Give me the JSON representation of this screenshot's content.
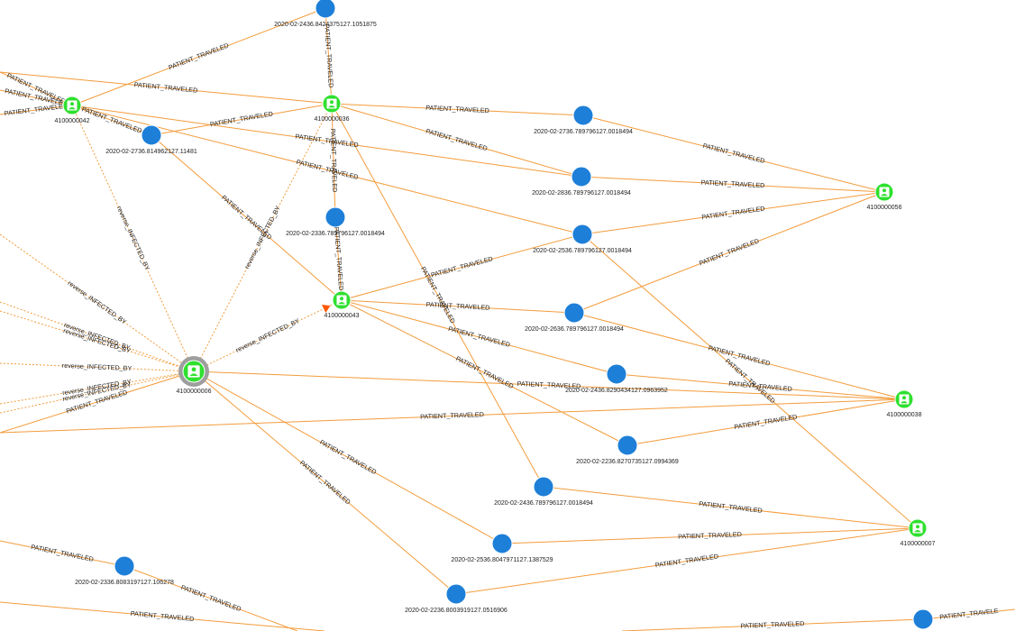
{
  "graph": {
    "colors": {
      "edge": "#f39c3c",
      "edge_label": "#222222",
      "location_node": "#1e7fd8",
      "patient_node": "#2ee02e",
      "selected_ring": "#9e9e9e",
      "arrow": "#ff5500"
    },
    "icons": {
      "patient": "person-icon"
    },
    "nodes": [
      {
        "id": "p0042",
        "kind": "patient",
        "label": "4100000042"
      },
      {
        "id": "p0036",
        "kind": "patient",
        "label": "4100000036"
      },
      {
        "id": "p0043",
        "kind": "patient",
        "label": "4100000043"
      },
      {
        "id": "p0006",
        "kind": "patient",
        "label": "4100000006",
        "selected": true
      },
      {
        "id": "p0056",
        "kind": "patient",
        "label": "4100000056"
      },
      {
        "id": "p0038",
        "kind": "patient",
        "label": "4100000038"
      },
      {
        "id": "p0007",
        "kind": "patient",
        "label": "4100000007"
      },
      {
        "id": "l_top",
        "kind": "location",
        "label": "2020-02-2436.8424375127.1051875"
      },
      {
        "id": "l_2736a",
        "kind": "location",
        "label": "2020-02-2736.814962127.11481"
      },
      {
        "id": "l_2336a",
        "kind": "location",
        "label": "2020-02-2336.789796127.0018494"
      },
      {
        "id": "l_2736b",
        "kind": "location",
        "label": "2020-02-2736.789796127.0018494"
      },
      {
        "id": "l_2836",
        "kind": "location",
        "label": "2020-02-2836.789796127.0018494"
      },
      {
        "id": "l_2536a",
        "kind": "location",
        "label": "2020-02-2536.789796127.0018494"
      },
      {
        "id": "l_2636",
        "kind": "location",
        "label": "2020-02-2636.789796127.0018494"
      },
      {
        "id": "l_2436a",
        "kind": "location",
        "label": "2020-02-2436.8290434127.0963952"
      },
      {
        "id": "l_2236a",
        "kind": "location",
        "label": "2020-02-2236.8270735127.0994369"
      },
      {
        "id": "l_2436b",
        "kind": "location",
        "label": "2020-02-2436.789796127.0018494"
      },
      {
        "id": "l_2536b",
        "kind": "location",
        "label": "2020-02-2536.8047971127.1387529"
      },
      {
        "id": "l_2236b",
        "kind": "location",
        "label": "2020-02-2236.8003919127.0516906"
      },
      {
        "id": "l_2336b",
        "kind": "location",
        "label": "2020-02-2336.8083197127.106278"
      },
      {
        "id": "l_br",
        "kind": "location",
        "label": ""
      }
    ],
    "edges": [
      {
        "from": "p0042",
        "to": "l_top",
        "label": "PATIENT_TRAVELED"
      },
      {
        "from": "p0036",
        "to": "l_top",
        "label": "PATIENT_TRAVELED"
      },
      {
        "from": "left1",
        "to": "p0042",
        "label": "PATIENT_TRAVELED"
      },
      {
        "from": "left2",
        "to": "p0042",
        "label": "PATIENT_TRAVELED"
      },
      {
        "from": "left3",
        "to": "p0042",
        "label": "PATIENT_TRAVELED"
      },
      {
        "from": "p0042",
        "to": "l_2736a",
        "label": "PATIENT_TRAVELED"
      },
      {
        "from": "l_2736a",
        "to": "p0036",
        "label": "PATIENT_TRAVELED"
      },
      {
        "from": "left1",
        "to": "p0036",
        "label": "PATIENT_TRAVELED"
      },
      {
        "from": "p0036",
        "to": "l_2336a",
        "label": "PATIENT_TRAVELED"
      },
      {
        "from": "l_2336a",
        "to": "p0043",
        "label": "PATIENT_TRAVELED"
      },
      {
        "from": "p0036",
        "to": "l_2736b",
        "label": "PATIENT_TRAVELED"
      },
      {
        "from": "p0036",
        "to": "l_2836",
        "label": "PATIENT_TRAVELED"
      },
      {
        "from": "p0042",
        "to": "l_2836",
        "label": "PATIENT_TRAVELED"
      },
      {
        "from": "p0042",
        "to": "l_2536a",
        "label": "PATIENT_TRAVELED"
      },
      {
        "from": "l_2736b",
        "to": "p0056",
        "label": "PATIENT_TRAVELED"
      },
      {
        "from": "l_2836",
        "to": "p0056",
        "label": "PATIENT_TRAVELED"
      },
      {
        "from": "l_2536a",
        "to": "p0056",
        "label": "PATIENT_TRAVELED"
      },
      {
        "from": "l_2636",
        "to": "p0056",
        "label": "PATIENT_TRAVELED"
      },
      {
        "from": "p0043",
        "to": "l_2536a",
        "label": "PATIENT_TRAVELED"
      },
      {
        "from": "p0043",
        "to": "l_2636",
        "label": "PATIENT_TRAVELED"
      },
      {
        "from": "p0043",
        "to": "l_2436a",
        "label": "PATIENT_TRAVELED"
      },
      {
        "from": "p0043",
        "to": "l_2236a",
        "label": "PATIENT_TRAVELED"
      },
      {
        "from": "p0036",
        "to": "l_2436b",
        "label": "PATIENT_TRAVELED"
      },
      {
        "from": "l_2736a",
        "to": "p0043",
        "label": "PATIENT_TRAVELED"
      },
      {
        "from": "l_2536a",
        "to": "p0007",
        "label": "PATIENT_TRAVELED"
      },
      {
        "from": "l_2636",
        "to": "p0038",
        "label": "PATIENT_TRAVELED"
      },
      {
        "from": "l_2436a",
        "to": "p0038",
        "label": "PATIENT_TRAVELED"
      },
      {
        "from": "l_2236a",
        "to": "p0038",
        "label": "PATIENT_TRAVELED"
      },
      {
        "from": "p0006",
        "to": "p0038",
        "label": "PATIENT_TRAVELED"
      },
      {
        "from": "left4",
        "to": "p0038",
        "label": "PATIENT_TRAVELED"
      },
      {
        "from": "l_2436b",
        "to": "p0007",
        "label": "PATIENT_TRAVELED"
      },
      {
        "from": "l_2536b",
        "to": "p0007",
        "label": "PATIENT_TRAVELED"
      },
      {
        "from": "l_2236b",
        "to": "p0007",
        "label": "PATIENT_TRAVELED"
      },
      {
        "from": "p0006",
        "to": "l_2536b",
        "label": "PATIENT_TRAVELED"
      },
      {
        "from": "p0006",
        "to": "l_2236b",
        "label": "PATIENT_TRAVELED"
      },
      {
        "from": "left5",
        "to": "p0006",
        "label": "PATIENT_TRAVELED"
      },
      {
        "from": "left6",
        "to": "l_2336b",
        "label": "PATIENT_TRAVELED"
      },
      {
        "from": "l_2336b",
        "to": "bot1",
        "label": "PATIENT_TRAVELED"
      },
      {
        "from": "left7",
        "to": "bot2",
        "label": "PATIENT_TRAVELED"
      },
      {
        "from": "bot3",
        "to": "l_br",
        "label": "PATIENT_TRAVELED"
      },
      {
        "from": "l_br",
        "to": "right1",
        "label": "PATIENT_TRAVELE"
      },
      {
        "from": "p0006",
        "to": "p0043",
        "label": "reverse_INFECTED_BY",
        "dashed": true,
        "arrow": true
      },
      {
        "from": "p0006",
        "to": "p0042",
        "label": "reverse_INFECTED_BY",
        "dashed": true
      },
      {
        "from": "p0006",
        "to": "p0036",
        "label": "reverse_INFECTED_BY",
        "dashed": true
      },
      {
        "from": "left8",
        "to": "p0006",
        "label": "reverse_INFECTED_BY",
        "dashed": true
      },
      {
        "from": "left9",
        "to": "p0006",
        "label": "reverse_INFECTED_BY",
        "dashed": true
      },
      {
        "from": "left10",
        "to": "p0006",
        "label": "reverse_INFECTED_BY",
        "dashed": true
      },
      {
        "from": "left11",
        "to": "p0006",
        "label": "reverse_INFECTED_BY",
        "dashed": true
      },
      {
        "from": "left12",
        "to": "p0006",
        "label": "reverse_INFECTED_BY",
        "dashed": true
      },
      {
        "from": "left13",
        "to": "p0006",
        "label": "reverse_INFECTED_BY",
        "dashed": true
      }
    ]
  }
}
